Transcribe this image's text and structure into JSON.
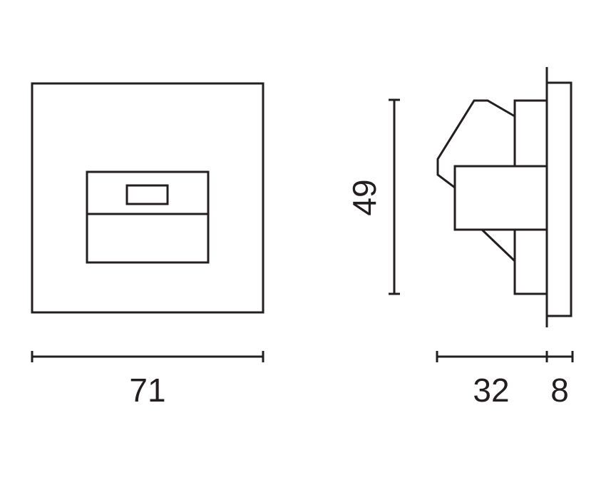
{
  "dimensions": {
    "width_label": "71",
    "height_label": "49",
    "depth_label": "32",
    "plate_label": "8"
  },
  "colors": {
    "line": "#231f20",
    "background": "#ffffff"
  }
}
